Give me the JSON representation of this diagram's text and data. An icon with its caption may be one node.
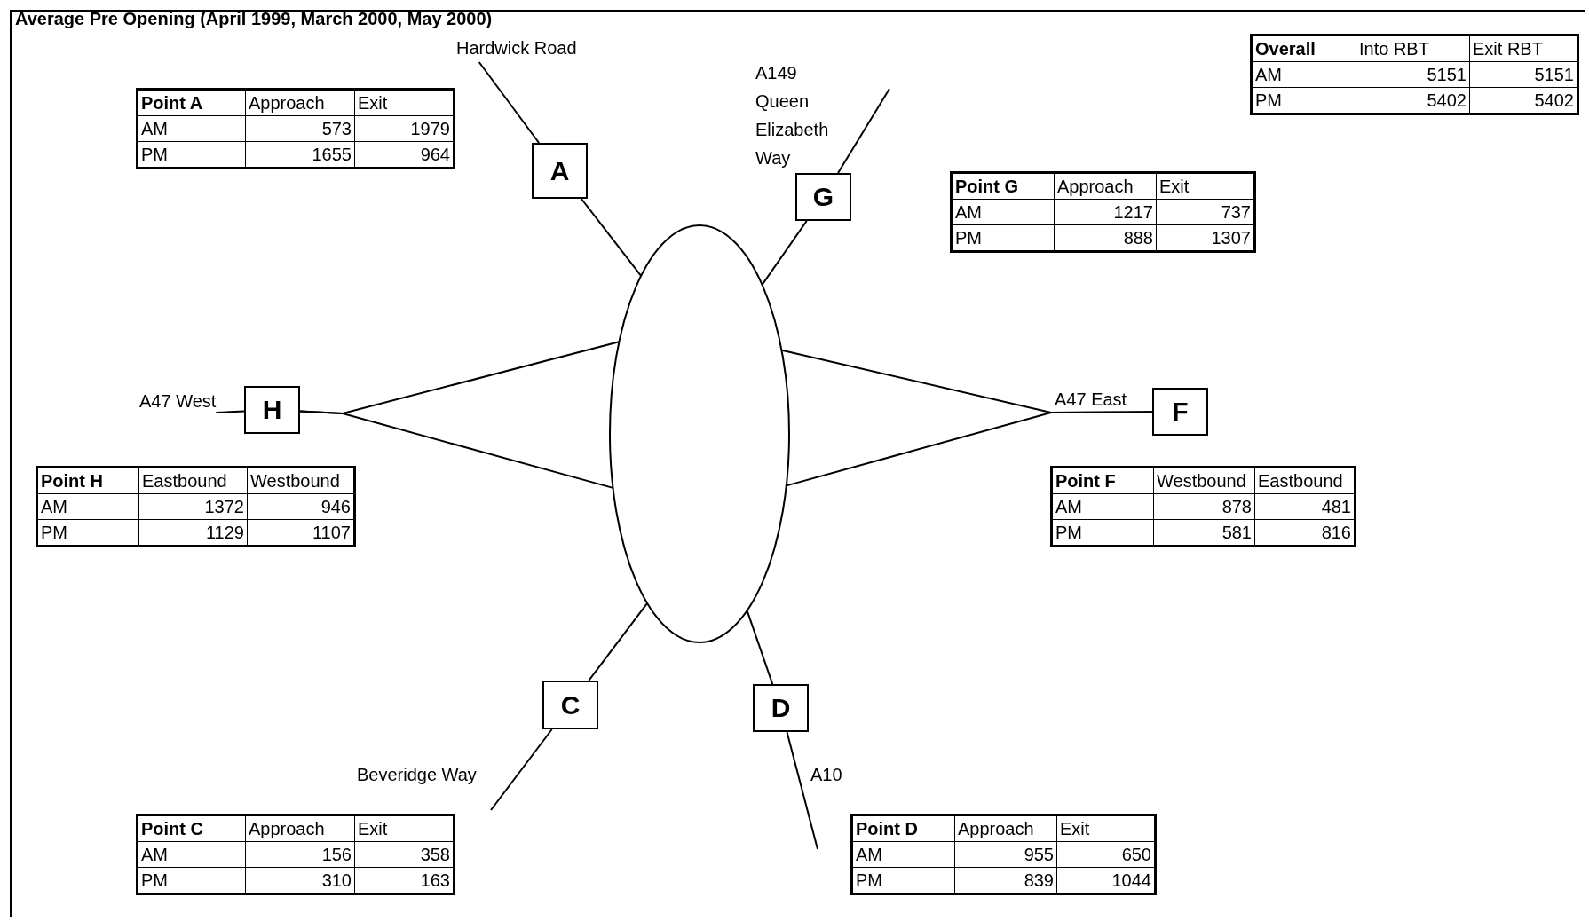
{
  "diagram": {
    "title": "Average Pre Opening (April 1999, March 2000, May 2000)",
    "nodes": [
      {
        "text": [],
        "shape": "ellipse"
      },
      {
        "text": [
          "A"
        ]
      },
      {
        "text": [
          "G"
        ],
        "beside": [
          "A149 Queen Elizabeth Way"
        ]
      },
      {
        "text": [
          "H"
        ]
      },
      {
        "text": [
          "F"
        ],
        "beside": [
          "A47 East"
        ]
      },
      {
        "text": [
          "C"
        ]
      },
      {
        "text": [
          "D"
        ],
        "beside": [
          "A10"
        ]
      },
      {
        "text": [
          "Hardwick Road"
        ]
      },
      {
        "text": [
          "A47 West"
        ]
      }
    ],
    "edges": [
      {
        "from": 0,
        "to": 1,
        "arrow": "none"
      },
      {
        "from": 1,
        "to": 7,
        "arrow": "none"
      },
      {
        "from": 0,
        "to": 2,
        "arrow": "none"
      },
      {
        "from": 2,
        "to": null,
        "arrow": "none"
      },
      {
        "from": 0,
        "to": 3,
        "arrow": "none"
      },
      {
        "from": 0,
        "to": 3,
        "arrow": "none"
      },
      {
        "from": 3,
        "to": 8,
        "arrow": "none"
      },
      {
        "from": 0,
        "to": 4,
        "arrow": "none"
      },
      {
        "from": 0,
        "to": 4,
        "arrow": "none"
      },
      {
        "from": 0,
        "to": 5,
        "arrow": "none"
      },
      {
        "from": 5,
        "to": null,
        "arrow": "none"
      },
      {
        "from": 0,
        "to": 6,
        "arrow": "none"
      },
      {
        "from": 6,
        "to": null,
        "arrow": "none"
      }
    ],
    "labels": [
      "Overall",
      "Into RBT",
      "Exit RBT",
      "AM",
      "5151",
      "5151",
      "Point A",
      "Approach",
      "Exit",
      "PM",
      "5402",
      "5402",
      "AM",
      "573",
      "1979",
      "PM",
      "1655",
      "964",
      "Point G",
      "Approach",
      "Exit",
      "AM",
      "1217",
      "737",
      "PM",
      "888",
      "1307",
      "Point H",
      "Eastbound",
      "Westbound",
      "Point F",
      "Westbound",
      "Eastbound",
      "AM",
      "1372",
      "946",
      "AM",
      "878",
      "481",
      "PM",
      "1129",
      "1107",
      "PM",
      "581",
      "816",
      "Beveridge Way",
      "Point C",
      "Approach",
      "Exit",
      "Point D",
      "Approach",
      "Exit",
      "AM",
      "156",
      "358",
      "AM",
      "955",
      "650",
      "PM",
      "310",
      "163",
      "PM",
      "839",
      "1044"
    ]
  }
}
